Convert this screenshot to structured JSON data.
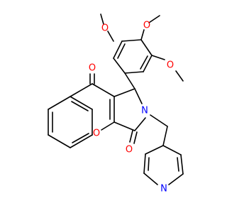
{
  "molecule": {
    "atoms": [
      {
        "id": "O_ketone",
        "symbol": "O",
        "color": "#ff0000"
      },
      {
        "id": "O_lactam",
        "symbol": "O",
        "color": "#ff0000"
      },
      {
        "id": "O_ring",
        "symbol": "O",
        "color": "#ff0000"
      },
      {
        "id": "N_amide",
        "symbol": "N",
        "color": "#0000ff"
      },
      {
        "id": "N_pyridine",
        "symbol": "N",
        "color": "#0000ff"
      },
      {
        "id": "O_methoxy_1",
        "symbol": "O",
        "color": "#ff0000"
      },
      {
        "id": "O_methoxy_2",
        "symbol": "O",
        "color": "#ff0000"
      },
      {
        "id": "O_methoxy_3",
        "symbol": "O",
        "color": "#ff0000"
      }
    ],
    "bond_color": "#000000"
  }
}
